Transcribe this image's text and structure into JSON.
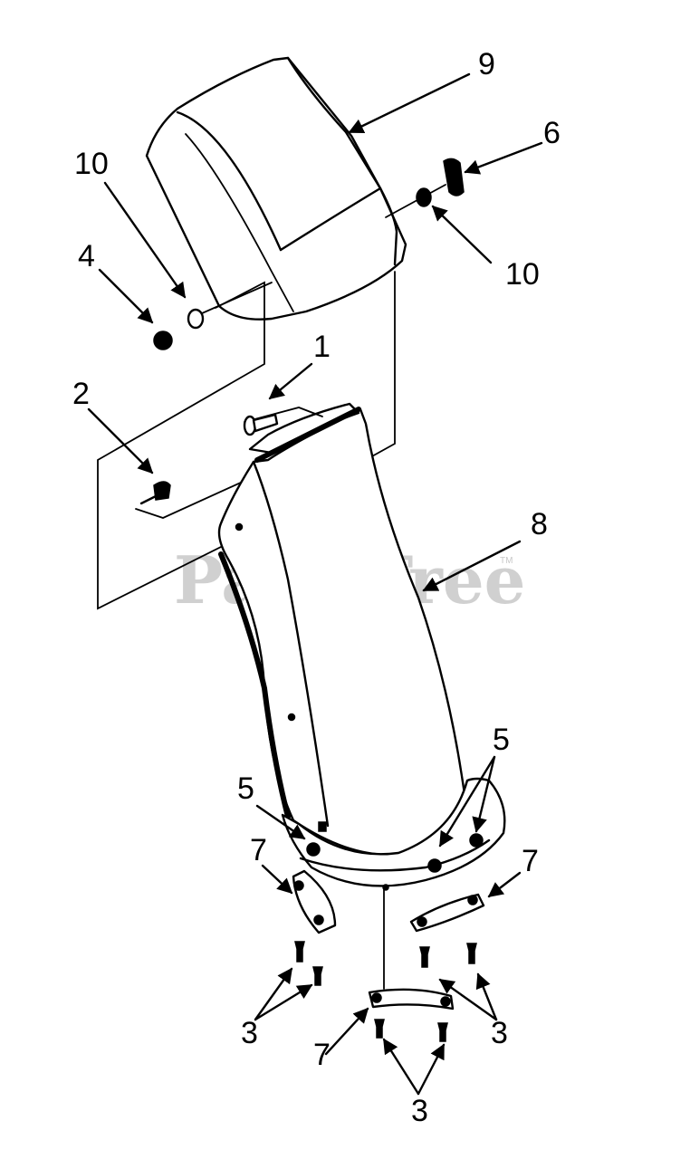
{
  "watermark": {
    "text": "PartsTree",
    "trademark": "TM"
  },
  "callouts": {
    "c1": "1",
    "c2": "2",
    "c3a": "3",
    "c3b": "3",
    "c3c": "3",
    "c4": "4",
    "c5a": "5",
    "c5b": "5",
    "c6": "6",
    "c7a": "7",
    "c7b": "7",
    "c7c": "7",
    "c8": "8",
    "c9": "9",
    "c10a": "10",
    "c10b": "10"
  }
}
